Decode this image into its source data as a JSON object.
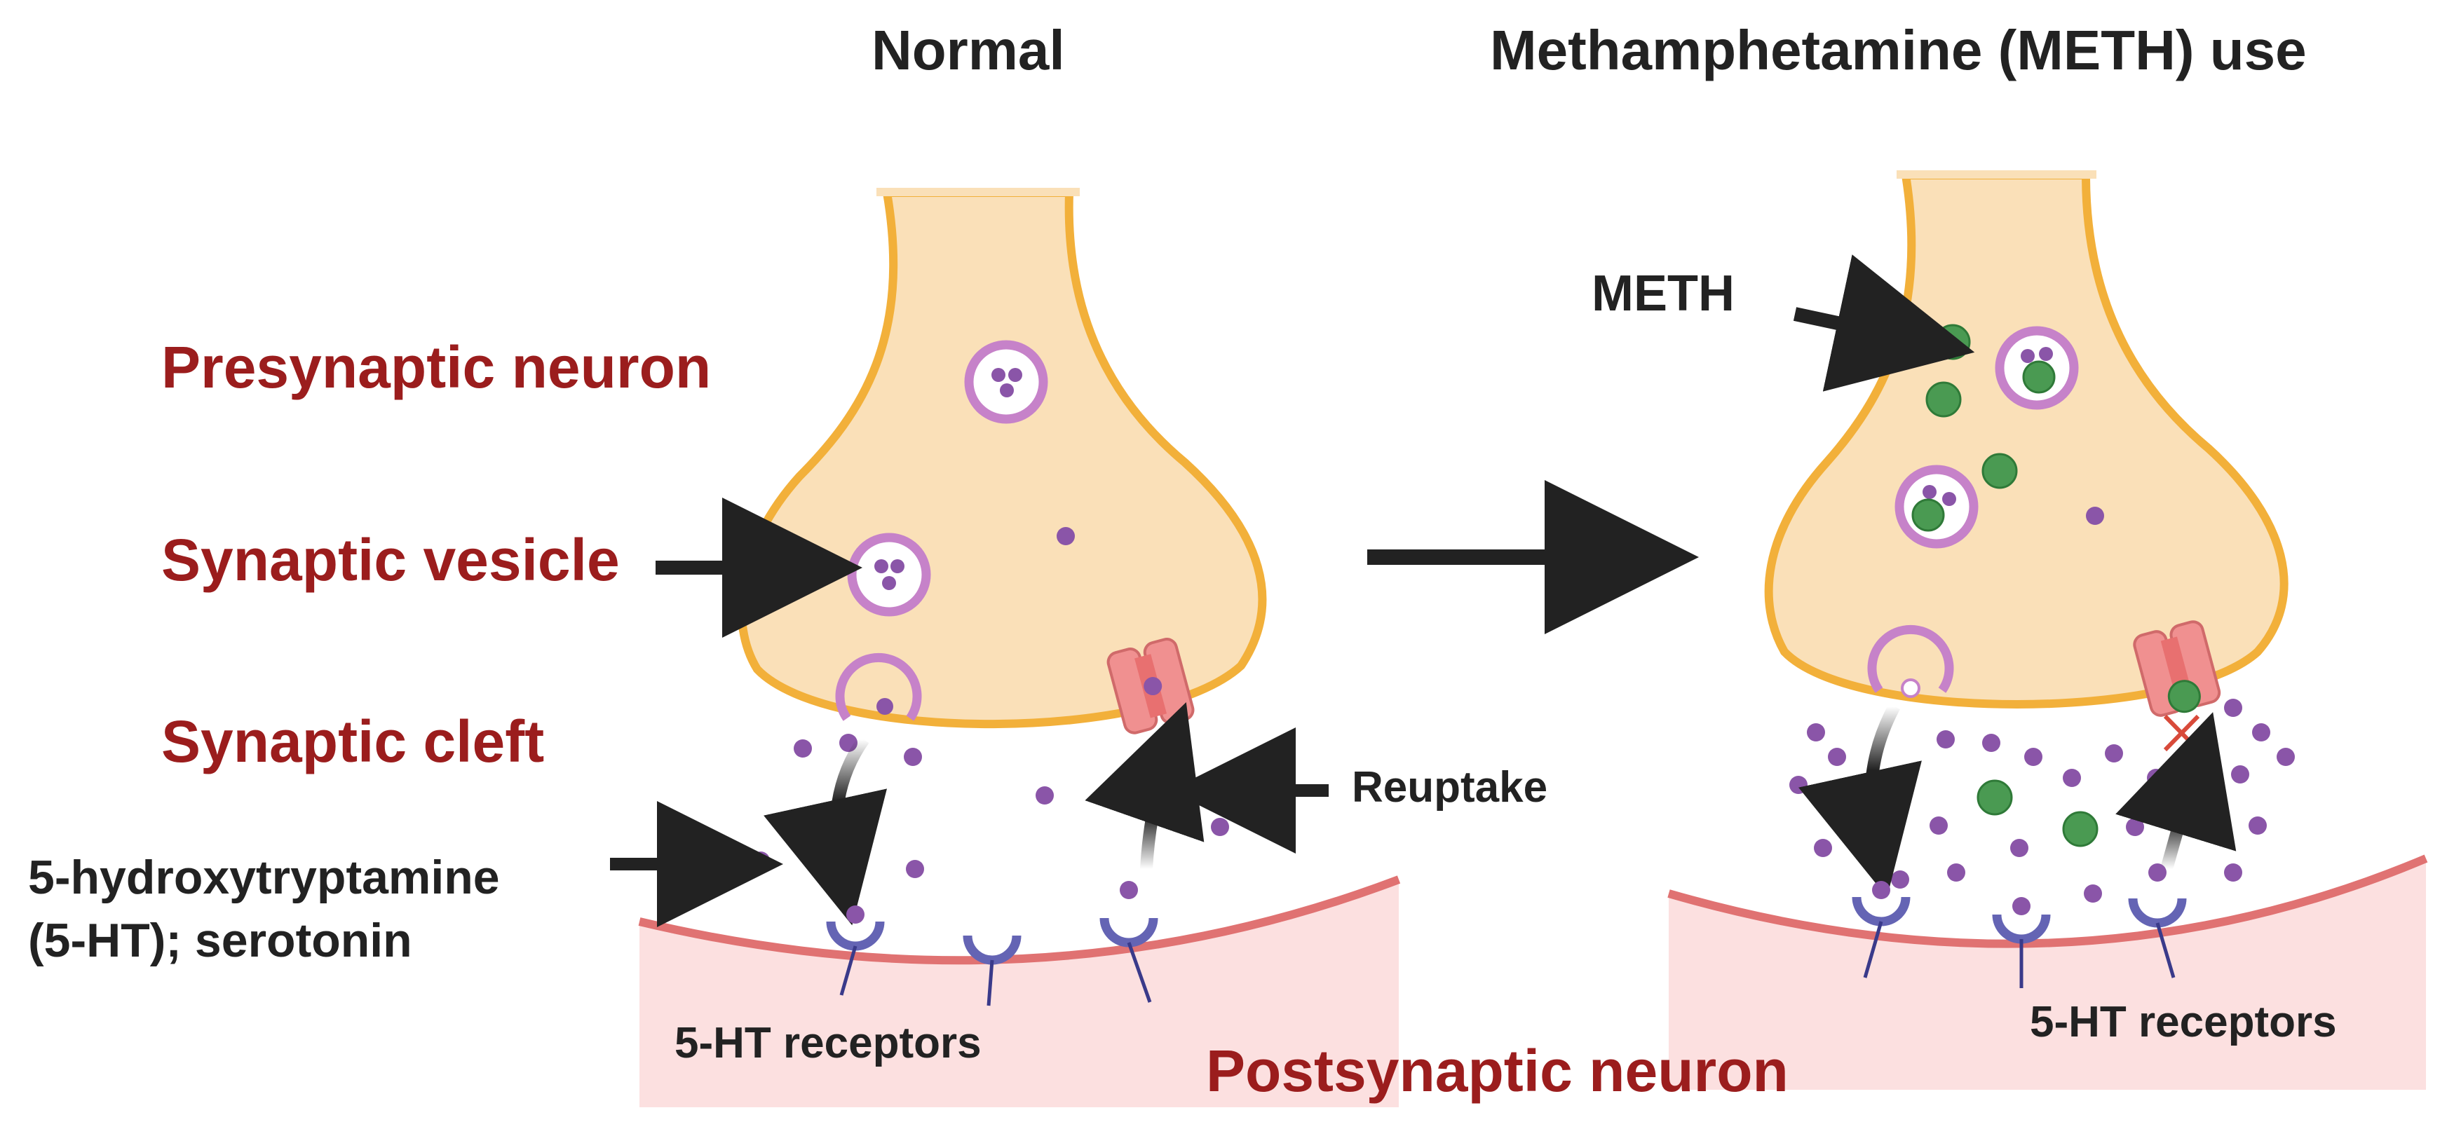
{
  "colors": {
    "cytoplasm": "#fae0b8",
    "membrane": "#f2b03a",
    "vesicle": "#c682c9",
    "serotonin": "#8a55a8",
    "meth": "#4a9a52",
    "postsynaptic_fill": "#fce0e0",
    "postsynaptic_membrane": "#e07272",
    "receptor": "#6464b4",
    "transporter": "#f09090",
    "label_red": "#9b1d1d",
    "arrow": "#222222"
  },
  "panels": {
    "normal": {
      "title": "Normal"
    },
    "meth": {
      "title": "Methamphetamine (METH) use"
    }
  },
  "labels": {
    "presynaptic": "Presynaptic neuron",
    "vesicle": "Synaptic vesicle",
    "cleft": "Synaptic cleft",
    "serotonin_line1": "5-hydroxytryptamine",
    "serotonin_line2": "(5-HT); serotonin",
    "reuptake": "Reuptake",
    "receptors_left": "5-HT receptors",
    "receptors_right": "5-HT receptors",
    "postsynaptic": "Postsynaptic neuron",
    "meth": "METH"
  }
}
